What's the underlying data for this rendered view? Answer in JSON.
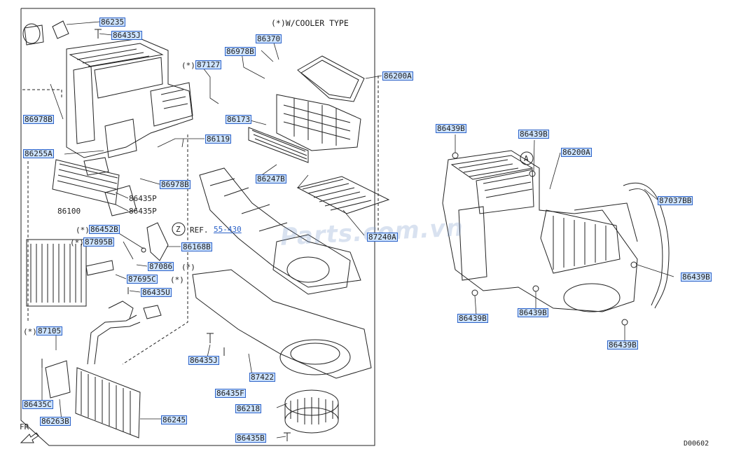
{
  "header": {
    "note": "(*)W/COOLER TYPE"
  },
  "ref_text": "REF.",
  "ref_link": "55-430",
  "ref_circle": "Z",
  "circle_a": "A",
  "fr_label": "FR",
  "watermark": "Parts.com.vn",
  "code": "D00602",
  "labels": {
    "l86235": "86235",
    "l86435J_top": "86435J",
    "l87127": "87127",
    "l86978B_top": "86978B",
    "l86370": "86370",
    "l86200A_main": "86200A",
    "l86978B_left": "86978B",
    "l86173": "86173",
    "l86255A": "86255A",
    "l86119": "86119",
    "l86247B": "86247B",
    "l86978B_mid": "86978B",
    "l86435P_1": "86435P",
    "l86100": "86100",
    "l86435P_2": "86435P",
    "l86452B": "86452B",
    "l87895B": "87895B",
    "l86168B": "86168B",
    "l87086": "87086",
    "l87695C": "87695C",
    "l86435U": "86435U",
    "l87105": "87105",
    "l86435J_mid": "86435J",
    "l87422": "87422",
    "l86435C": "86435C",
    "l86435F": "86435F",
    "l86263B": "86263B",
    "l86245": "86245",
    "l86218": "86218",
    "l86435B": "86435B",
    "l87240A": "87240A",
    "l86439B_1": "86439B",
    "l86439B_2": "86439B",
    "l86200A_right": "86200A",
    "l87037BB": "87037BB",
    "l86439B_3": "86439B",
    "l86439B_4": "86439B",
    "l86439B_5": "86439B",
    "l86439B_6": "86439B"
  },
  "prefix": {
    "p87127": "(*)",
    "p86452B": "(*)",
    "p87895B": "(*)",
    "p87086": "(*)",
    "p87695C": "(*)",
    "p87105": "(*)"
  },
  "colors": {
    "link_fill": "#cde3ff",
    "link_border": "#2c62c8",
    "line": "#222222"
  }
}
